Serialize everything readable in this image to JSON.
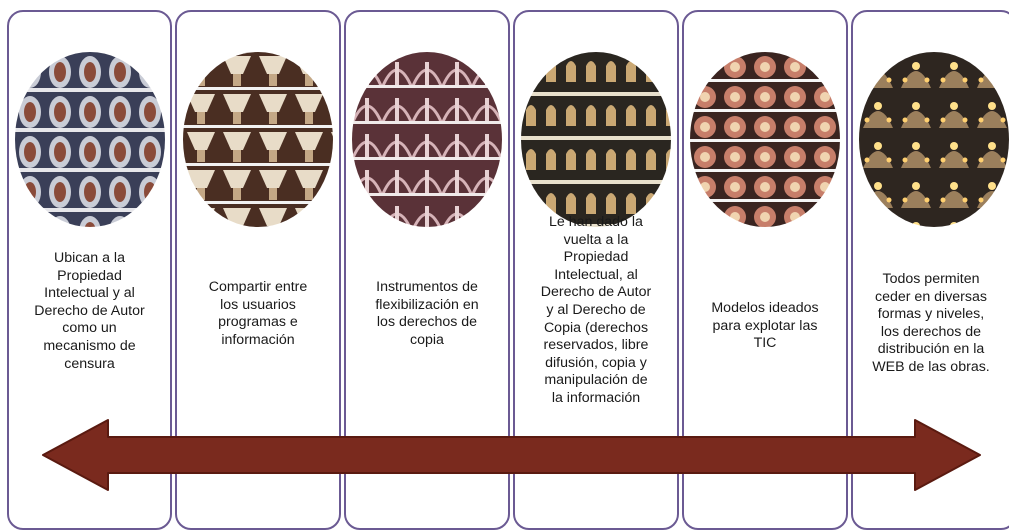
{
  "colors": {
    "panel_border": "#6b5a93",
    "arrow_fill": "#7a2a1e",
    "arrow_stroke": "#5a1a10"
  },
  "panels": [
    {
      "text": "Ubican a la\nPropiedad\nIntelectual y al\nDerecho de Autor\ncomo un\nmecanismo de\ncensura",
      "image": "tiled-architectural-dome-photo"
    },
    {
      "text": "Compartir entre\nlos usuarios\nprogramas e\ninformación",
      "image": "tiled-column-capitals-photo"
    },
    {
      "text": "Instrumentos de\nflexibilización en\nlos derechos de\ncopia",
      "image": "tiled-arched-hall-photo"
    },
    {
      "text": "Le han dado la\nvuelta a la\nPropiedad\nIntelectual, al\nDerecho de Autor\ny al Derecho de\nCopia (derechos\nreservados, libre\ndifusión, copia y\nmanipulación de\nla información",
      "image": "tiled-arched-windows-photo"
    },
    {
      "text": "Modelos ideados\npara explotar las\nTIC",
      "image": "tiled-ornate-ceiling-photo"
    },
    {
      "text": "Todos permiten\nceder en diversas\nformas y niveles,\nlos derechos de\ndistribución en la\nWEB de las obras.",
      "image": "tiled-lit-dome-photo"
    }
  ],
  "arrow": {
    "icon": "double-headed-arrow"
  }
}
